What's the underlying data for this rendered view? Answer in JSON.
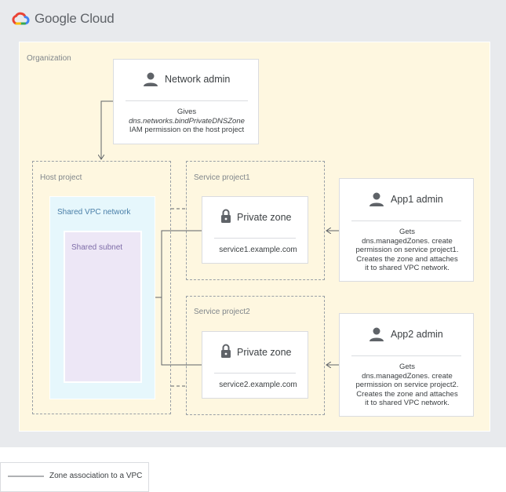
{
  "brand": {
    "name": "Google Cloud"
  },
  "organization": {
    "label": "Organization"
  },
  "network_admin": {
    "title": "Network admin",
    "desc_line1": "Gives",
    "desc_line2": "dns.networks.bindPrivateDNSZone",
    "desc_line3": "IAM permission on the host project"
  },
  "host_project": {
    "label": "Host project",
    "vpc_label": "Shared VPC network",
    "subnet_label": "Shared subnet"
  },
  "service_project1": {
    "label": "Service project1",
    "zone_title": "Private zone",
    "zone_domain": "service1.example.com"
  },
  "service_project2": {
    "label": "Service project2",
    "zone_title": "Private zone",
    "zone_domain": "service2.example.com"
  },
  "app1_admin": {
    "title": "App1 admin",
    "desc": [
      "Gets",
      "dns.managedZones. create",
      "permission on service project1.",
      "Creates the zone and attaches",
      "it to shared VPC network."
    ]
  },
  "app2_admin": {
    "title": "App2 admin",
    "desc": [
      "Gets",
      "dns.managedZones. create",
      "permission on service project2.",
      "Creates the zone and attaches",
      "it to shared VPC network."
    ]
  },
  "legend": {
    "label": "Zone association to a VPC"
  },
  "colors": {
    "canvas": "#e8eaed",
    "organization": "#fef7e0",
    "vpc": "#e6f7fc",
    "subnet": "#ede7f6",
    "line": "#5f6368",
    "text": "#3c4043",
    "muted": "#80868b"
  },
  "icons": [
    "google-cloud-logo",
    "person-icon",
    "lock-icon",
    "arrow-icon"
  ]
}
